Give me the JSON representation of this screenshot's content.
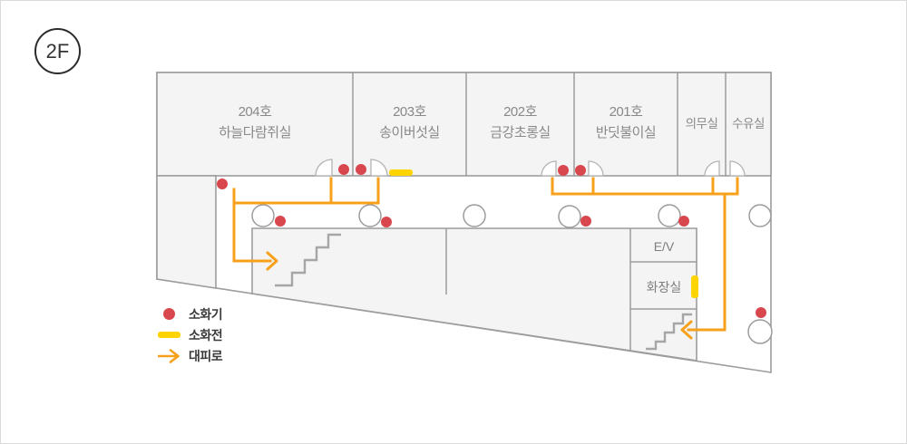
{
  "floor_badge": "2F",
  "plan": {
    "rooms": [
      {
        "id": "204",
        "number": "204호",
        "name": "하늘다람쥐실"
      },
      {
        "id": "203",
        "number": "203호",
        "name": "송이버섯실"
      },
      {
        "id": "202",
        "number": "202호",
        "name": "금강초롱실"
      },
      {
        "id": "201",
        "number": "201호",
        "name": "반딧불이실"
      },
      {
        "id": "infirmary",
        "name": "의무실"
      },
      {
        "id": "nursing",
        "name": "수유실"
      }
    ],
    "facilities": {
      "elevator_label": "E/V",
      "toilet_label": "화장실"
    },
    "marker_counts": {
      "extinguishers": 10,
      "hydrants": 2,
      "escape_arrows": 2,
      "columns": 7,
      "staircases": 2
    }
  },
  "legend": {
    "items": [
      {
        "icon": "fire-extinguisher-dot",
        "label": "소화기"
      },
      {
        "icon": "fire-hydrant-bar",
        "label": "소화전"
      },
      {
        "icon": "escape-route-arrow",
        "label": "대피로"
      }
    ]
  },
  "colors": {
    "extinguisher": "#D9474E",
    "hydrant": "#FFD400",
    "route": "#F7A01B",
    "wall": "#9C9C9C",
    "room_fill": "#F4F4F4"
  }
}
